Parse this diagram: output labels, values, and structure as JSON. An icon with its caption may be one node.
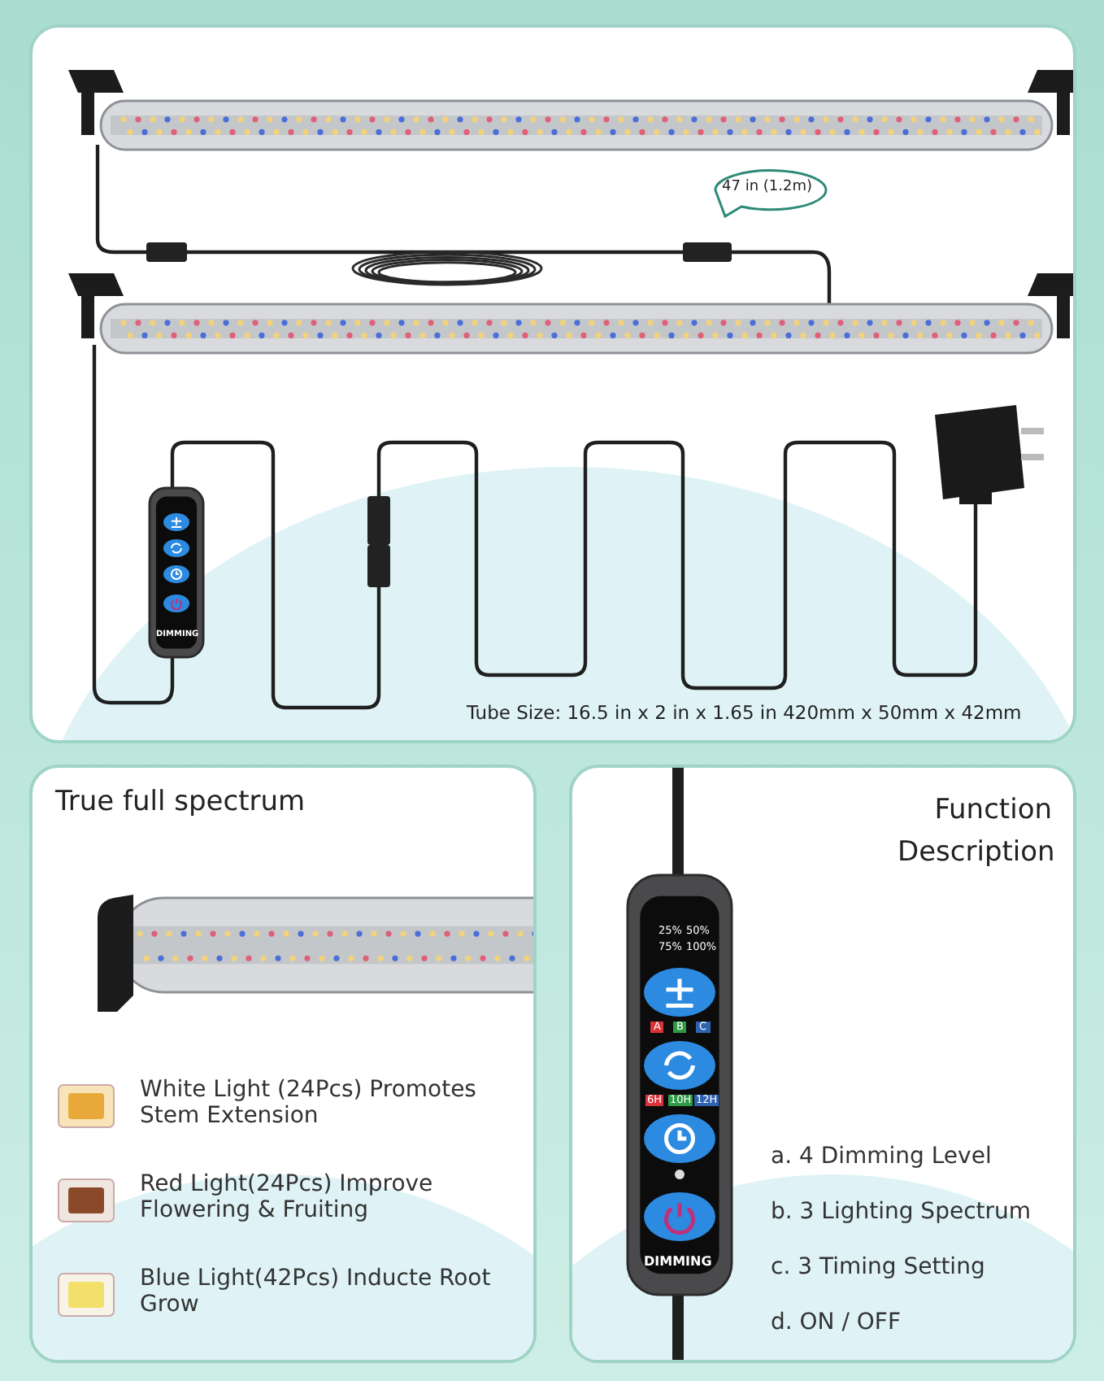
{
  "diagram": {
    "labels": [
      "47 in (1.2m)",
      "Tube Size: 16.5 in x 2 in x 1.65 in 420mm x 50mm x 42mm",
      "DIMMING",
      "True full spectrum",
      "Function Description",
      "25%",
      "50%",
      "75%",
      "100%",
      "A",
      "B",
      "C",
      "6H",
      "10H",
      "12H",
      "DIMMING",
      "a. 4 Dimming Level",
      "b. 3 Lighting Spectrum",
      "c. 3 Timing Setting",
      "d. ON / OFF"
    ],
    "legend": [
      {
        "text": "White Light (24Pcs) Promotes Stem Extension"
      },
      {
        "text": "Red Light(24Pcs) Improve Flowering & Fruiting"
      },
      {
        "text": "Blue Light(42Pcs) Inducte Root Grow"
      }
    ]
  }
}
